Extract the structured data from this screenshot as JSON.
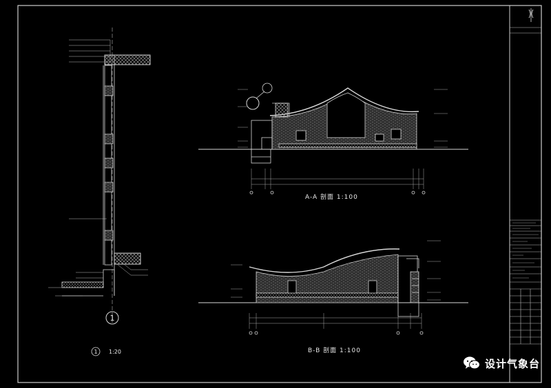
{
  "drawing": {
    "section_a_title": "A-A 剖面 1:100",
    "section_b_title": "B-B 剖面 1:100",
    "detail_marker": "1",
    "detail_scale_marker": "1",
    "detail_scale": "1:20"
  },
  "watermark": {
    "text": "设计气象台",
    "icon": "wechat-icon"
  },
  "colors": {
    "background": "#000000",
    "lines": "#d9d9d9",
    "brick_hatch": "#8a8a8a",
    "accent": "#ffffff"
  }
}
